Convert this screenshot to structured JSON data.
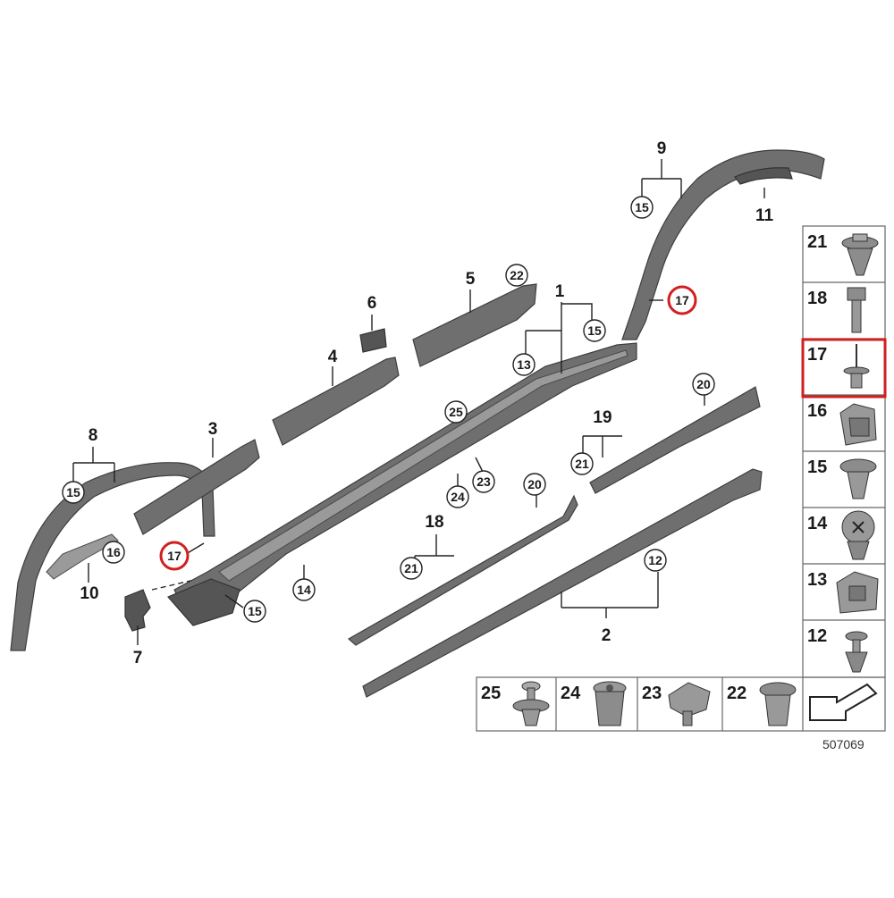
{
  "diagram": {
    "code": "507069",
    "colors": {
      "highlight": "#d21f1f",
      "part": "#6f6f6f",
      "outline": "#3e3e3e"
    },
    "highlighted_part": "17",
    "callouts": {
      "n1": "1",
      "n2": "2",
      "n3": "3",
      "n4": "4",
      "n5": "5",
      "n6": "6",
      "n7": "7",
      "n8": "8",
      "n9": "9",
      "n10": "10",
      "n11": "11",
      "n18": "18",
      "n19": "19"
    },
    "circled": {
      "c15a": "15",
      "c15b": "15",
      "c15c": "15",
      "c15d": "15",
      "c17a": "17",
      "c17b": "17",
      "c22": "22",
      "c13": "13",
      "c25": "25",
      "c24": "24",
      "c23": "23",
      "c20a": "20",
      "c20b": "20",
      "c21a": "21",
      "c21b": "21",
      "c16": "16",
      "c14": "14",
      "c12": "12"
    },
    "fastener_column": [
      "21",
      "18",
      "17",
      "16",
      "15",
      "14",
      "13",
      "12"
    ],
    "fastener_row": [
      "25",
      "24",
      "23",
      "22"
    ]
  }
}
